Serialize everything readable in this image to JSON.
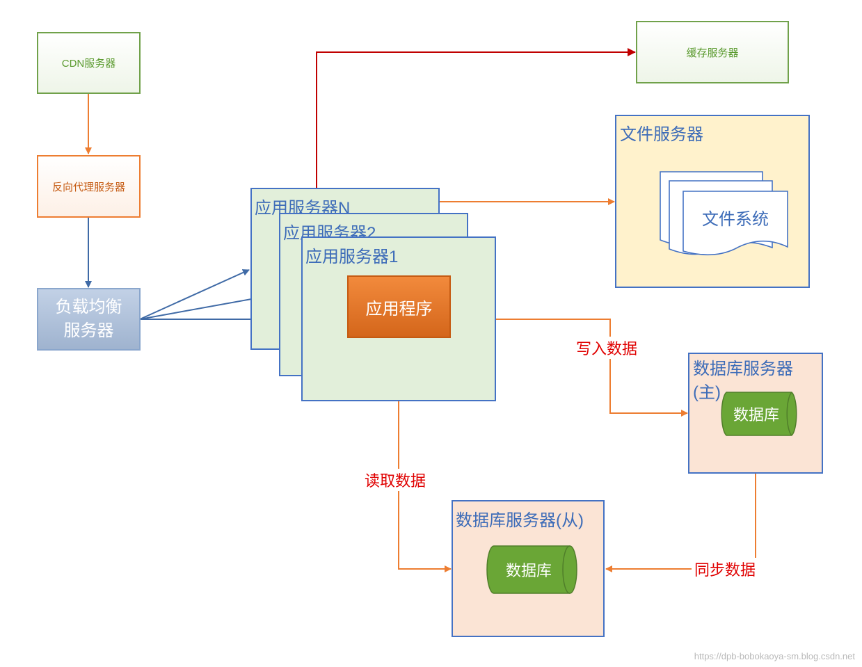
{
  "nodes": {
    "cdn": "CDN服务器",
    "reverse_proxy": "反向代理服务器",
    "load_balancer": "负载均衡\n服务器",
    "cache": "缓存服务器",
    "file_server": "文件服务器",
    "file_system": "文件系统",
    "app_server_n": "应用服务器N",
    "app_server_2": "应用服务器2",
    "app_server_1": "应用服务器1",
    "app_program": "应用程序",
    "db_master": "数据库服务器\n(主)",
    "db_master_db": "数据库",
    "db_slave": "数据库服务器(从)",
    "db_slave_db": "数据库"
  },
  "edge_labels": {
    "write": "写入数据",
    "read": "读取数据",
    "sync": "同步数据"
  },
  "watermark": "https://dpb-bobokaoya-sm.blog.csdn.net",
  "colors": {
    "green_border": "#70a14a",
    "green_text": "#5a9a2e",
    "orange": "#ed7d31",
    "orange_text": "#c55a11",
    "blue": "#4472c4",
    "blue_text": "#3d6cb8",
    "red": "#c00000",
    "red_text": "#e00000",
    "app_fill": "#e2efda",
    "file_fill": "#fff2cc",
    "db_fill": "#fbe4d5",
    "db_cyl": "#6aa636",
    "lb_fill": "#a9bcd6"
  }
}
